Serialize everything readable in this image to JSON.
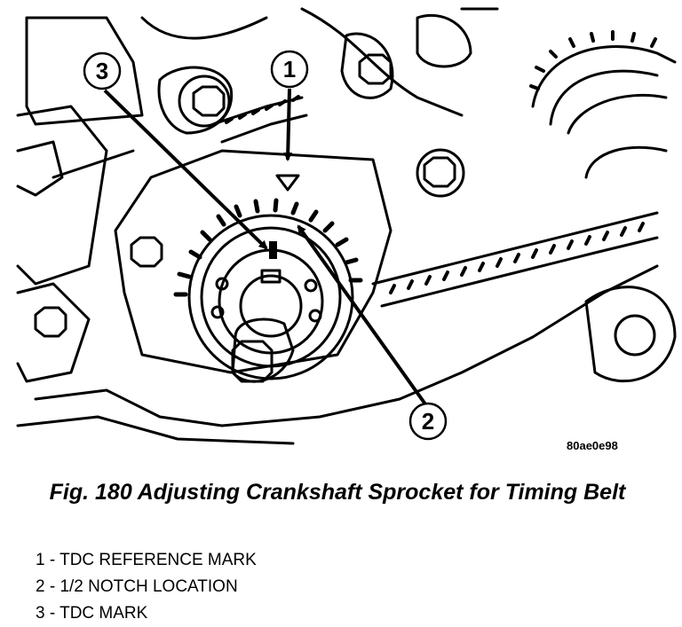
{
  "diagram": {
    "callouts": [
      "1",
      "2",
      "3"
    ],
    "image_code": "80ae0e98"
  },
  "caption": "Fig. 180 Adjusting Crankshaft Sprocket for Timing Belt",
  "legend": [
    "1 - TDC REFERENCE MARK",
    "2 - 1/2 NOTCH LOCATION",
    "3 - TDC MARK"
  ]
}
